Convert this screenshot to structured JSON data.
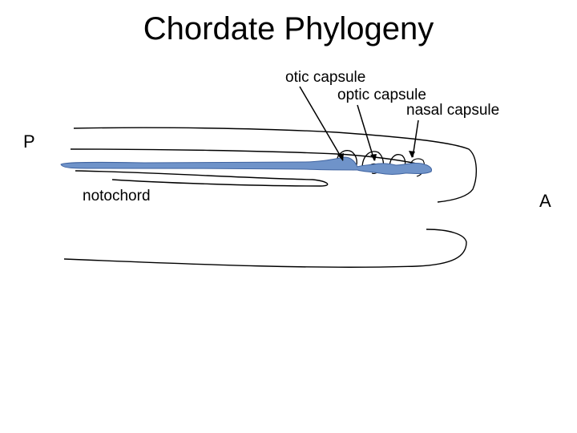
{
  "title": "Chordate Phylogeny",
  "labels": {
    "otic_capsule": "otic capsule",
    "optic_capsule": "optic capsule",
    "nasal_capsule": "nasal capsule",
    "notochord": "notochord",
    "posterior": "P",
    "anterior": "A"
  },
  "colors": {
    "cartilage": "#6f93c9",
    "outline": "#000000"
  }
}
